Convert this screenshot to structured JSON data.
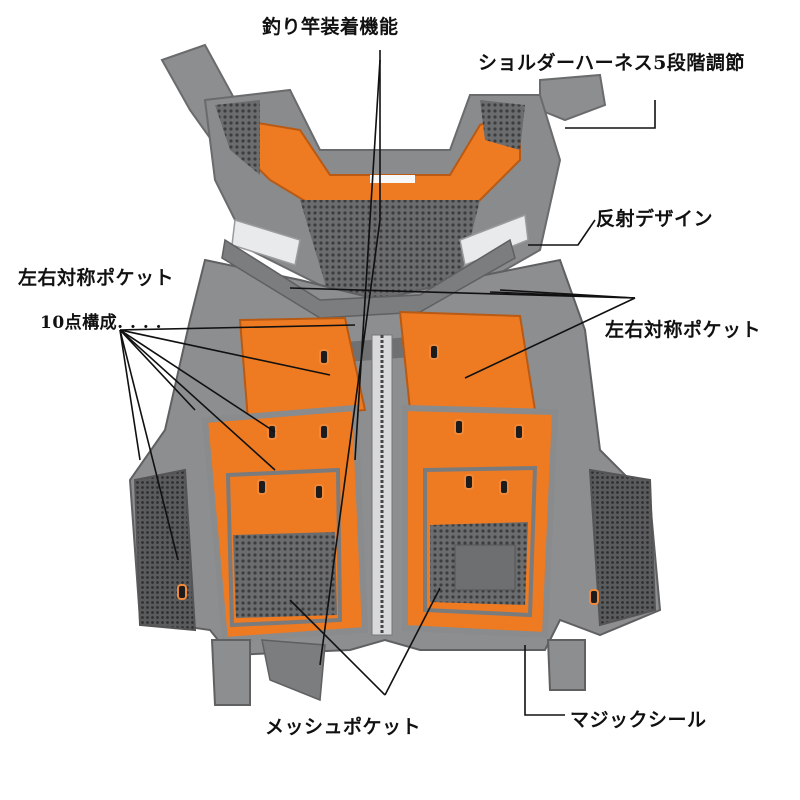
{
  "labels": {
    "rod_holder": "釣り竿装着機能",
    "shoulder_harness": "ショルダーハーネス5段階調節",
    "reflective_design": "反射デザイン",
    "symmetric_pockets_left": "左右対称ポケット",
    "ten_points": "10点構成. . . .",
    "symmetric_pockets_right": "左右対称ポケット",
    "mesh_pocket": "メッシュポケット",
    "magic_seal": "マジックシール"
  },
  "colors": {
    "vest_orange": "#ee7a22",
    "vest_grey": "#8a8b8d",
    "vest_dark_grey": "#5f6062",
    "mesh": "#4a4a4c",
    "leader_line": "#111111"
  }
}
